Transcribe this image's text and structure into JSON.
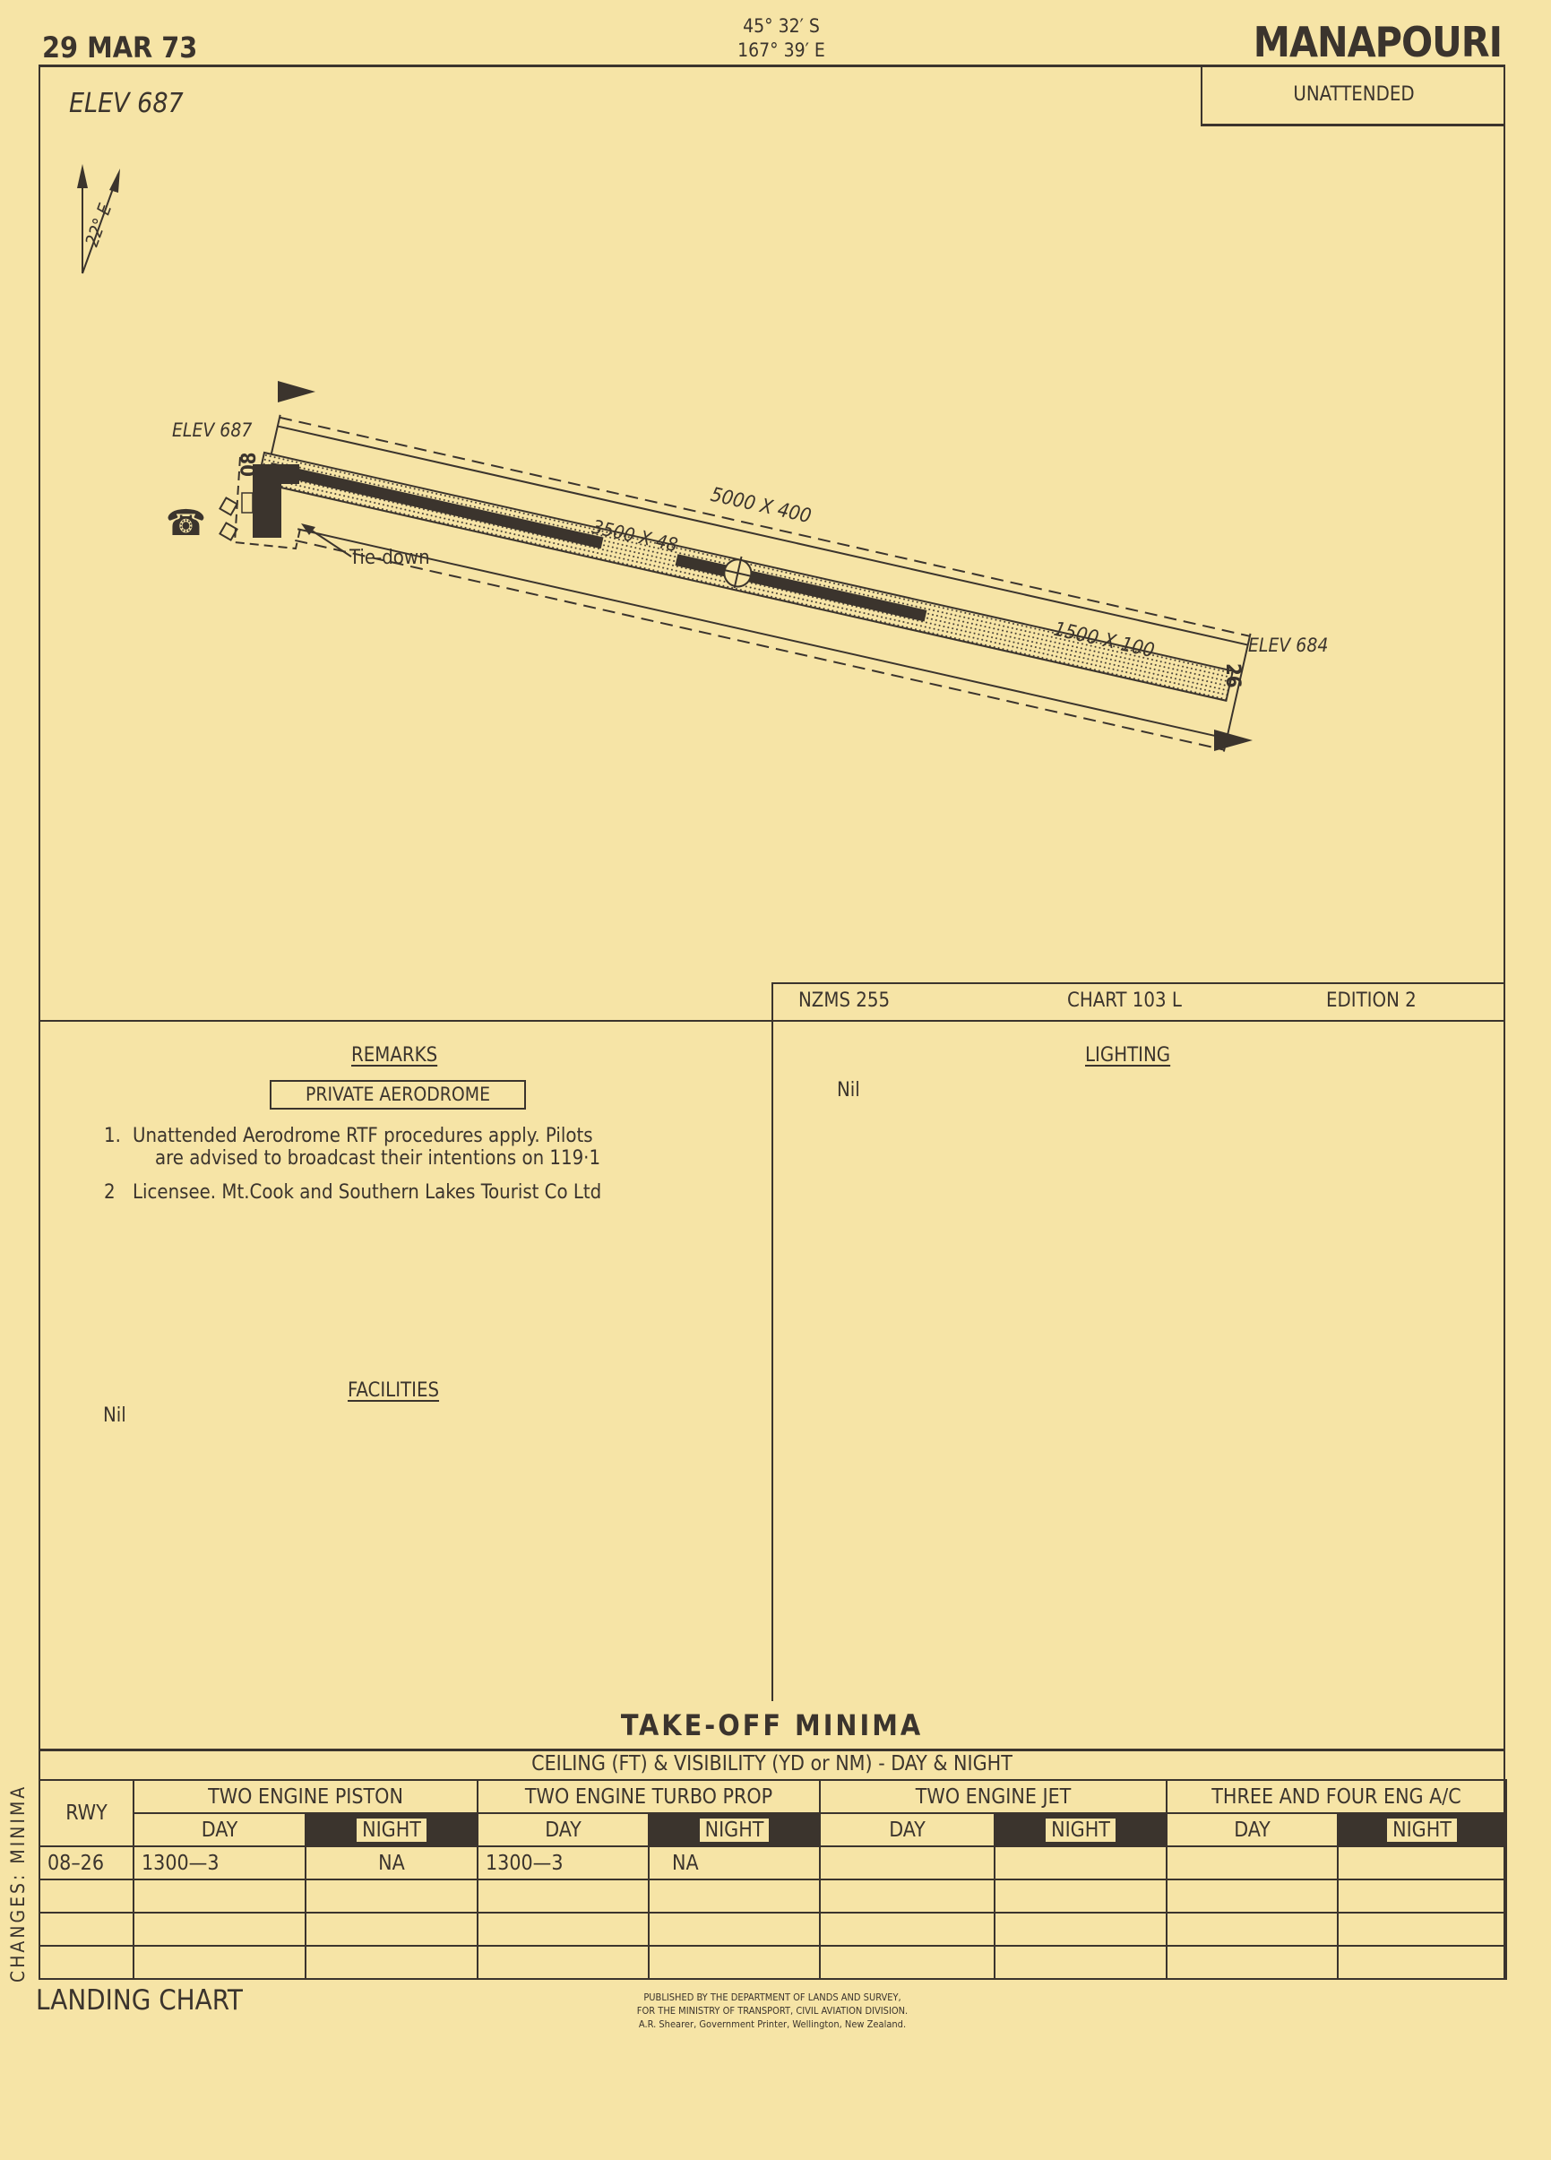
{
  "header": {
    "date": "29 MAR 73",
    "lat": "45° 32′ S",
    "lon": "167° 39′ E",
    "aerodrome": "MANAPOURI",
    "status": "UNATTENDED",
    "elevation": "ELEV 687"
  },
  "north": {
    "variation": "22° E"
  },
  "diagram": {
    "elev_west": "ELEV 687",
    "elev_east": "ELEV 684",
    "rwy_west": "08",
    "rwy_east": "26",
    "strip": "5000 X 400",
    "sealed": "3500 X 48",
    "paved": "1500 X 100",
    "tiedown": "Tie-down",
    "phone_icon": "telephone-icon"
  },
  "chart_info": {
    "series": "NZMS 255",
    "chart": "CHART 103 L",
    "edition": "EDITION 2"
  },
  "remarks": {
    "title": "REMARKS",
    "boxed": "PRIVATE AERODROME",
    "items": [
      {
        "num": "1.",
        "line1": "Unattended Aerodrome RTF procedures apply. Pilots",
        "line2": "are advised to broadcast their intentions on 119·1"
      },
      {
        "num": "2",
        "line1": "Licensee. Mt.Cook and Southern Lakes Tourist Co Ltd"
      }
    ]
  },
  "facilities": {
    "title": "FACILITIES",
    "text": "Nil"
  },
  "lighting": {
    "title": "LIGHTING",
    "text": "Nil"
  },
  "takeoff": {
    "title": "TAKE-OFF MINIMA",
    "subtitle": "CEILING (FT) & VISIBILITY (YD or NM) - DAY & NIGHT",
    "rwy_label": "RWY",
    "groups": [
      "TWO ENGINE PISTON",
      "TWO ENGINE TURBO PROP",
      "TWO ENGINE JET",
      "THREE AND FOUR ENG A/C"
    ],
    "day": "DAY",
    "night": "NIGHT",
    "rows": [
      {
        "rwy": "08–26",
        "cells": [
          "1300—3",
          "NA",
          "1300—3",
          "NA",
          "",
          "",
          "",
          ""
        ]
      }
    ]
  },
  "footer": {
    "side": "CHANGES: MINIMA",
    "type": "LANDING CHART",
    "pub1": "PUBLISHED BY THE DEPARTMENT OF LANDS AND SURVEY,",
    "pub2": "FOR THE MINISTRY OF TRANSPORT, CIVIL AVIATION DIVISION.",
    "pub3": "A.R. Shearer, Government Printer, Wellington, New Zealand."
  }
}
